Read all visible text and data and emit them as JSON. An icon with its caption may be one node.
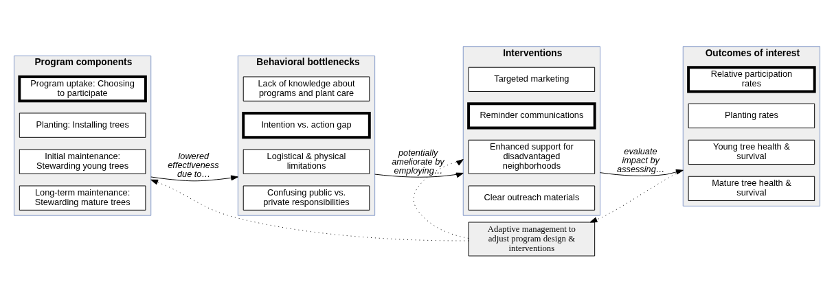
{
  "diagram": {
    "nodes": [
      {
        "text": [
          "Program components"
        ]
      },
      {
        "text": [
          "Program uptake: Choosing to participate"
        ],
        "in": 0
      },
      {
        "text": [
          "Planting: Installing trees"
        ],
        "in": 0
      },
      {
        "text": [
          "Initial maintenance: Stewarding young trees"
        ],
        "in": 0
      },
      {
        "text": [
          "Long-term maintenance: Stewarding mature trees"
        ],
        "in": 0
      },
      {
        "text": [
          "Behavioral bottlenecks"
        ]
      },
      {
        "text": [
          "Lack of knowledge about programs and plant care"
        ],
        "in": 5
      },
      {
        "text": [
          "Intention vs. action gap"
        ],
        "in": 5
      },
      {
        "text": [
          "Logistical & physical limitations"
        ],
        "in": 5
      },
      {
        "text": [
          "Confusing public vs. private responsibilities"
        ],
        "in": 5
      },
      {
        "text": [
          "Interventions"
        ]
      },
      {
        "text": [
          "Targeted marketing"
        ],
        "in": 10
      },
      {
        "text": [
          "Reminder communications"
        ],
        "in": 10
      },
      {
        "text": [
          "Enhanced support for disadvantaged neighborhoods"
        ],
        "in": 10
      },
      {
        "text": [
          "Clear outreach materials"
        ],
        "in": 10
      },
      {
        "text": [
          "Outcomes of interest"
        ]
      },
      {
        "text": [
          "Relative participation rates"
        ],
        "in": 15
      },
      {
        "text": [
          "Planting rates"
        ],
        "in": 15
      },
      {
        "text": [
          "Young tree health & survival"
        ],
        "in": 15
      },
      {
        "text": [
          "Mature tree health & survival"
        ],
        "in": 15
      },
      {
        "text": [
          "Adaptive management to adjust program design & interventions"
        ]
      }
    ],
    "edges": [
      {
        "from": 0,
        "to": 5,
        "arrow": "to",
        "label": "lowered effectiveness due to…"
      },
      {
        "from": 5,
        "to": 10,
        "arrow": "to",
        "label": "potentially ameliorate by employing…"
      },
      {
        "from": 10,
        "to": 15,
        "arrow": "to",
        "label": "evaluate impact by assessing…"
      },
      {
        "from": 15,
        "to": 20,
        "arrow": "to",
        "style": "dashed"
      },
      {
        "from": 20,
        "to": 0,
        "arrow": "to",
        "style": "dashed"
      },
      {
        "from": 20,
        "to": 10,
        "arrow": "to",
        "style": "dashed"
      }
    ]
  }
}
